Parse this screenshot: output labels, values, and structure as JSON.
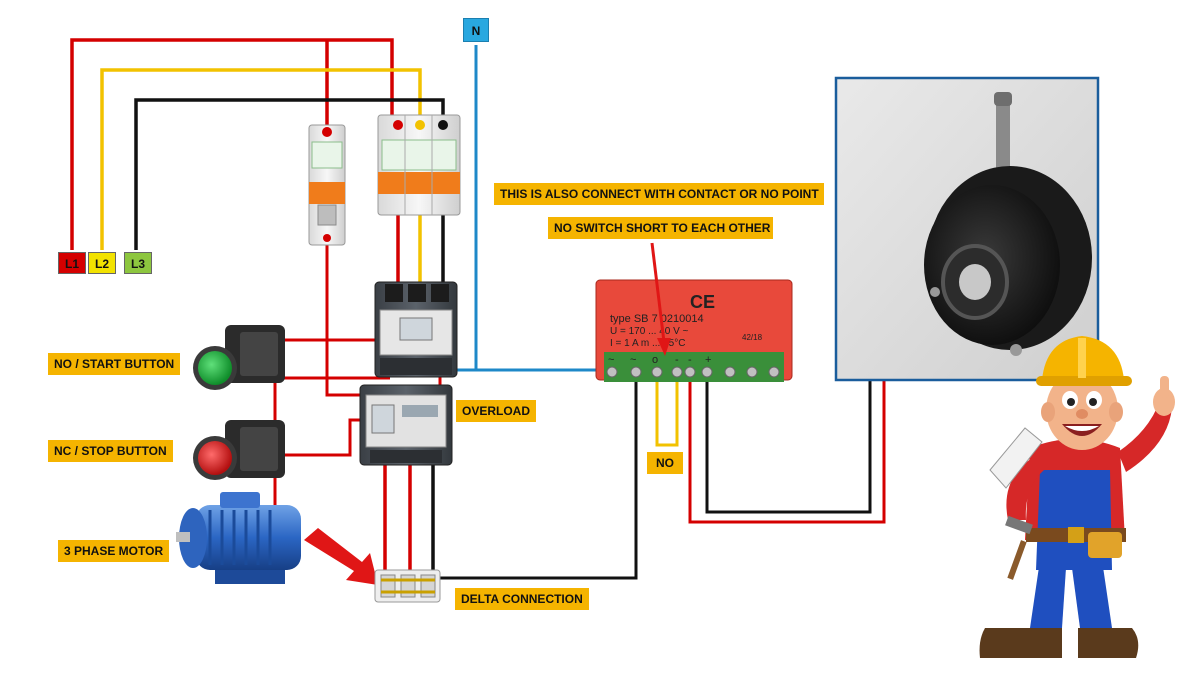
{
  "phases": {
    "l1": "L1",
    "l2": "L2",
    "l3": "L3",
    "neutral": "N"
  },
  "labels": {
    "start_button": "NO / START BUTTON",
    "stop_button": "NC / STOP BUTTON",
    "motor": "3 PHASE MOTOR",
    "overload": "OVERLOAD",
    "delta": "DELTA CONNECTION",
    "no": "NO",
    "note_contact": "THIS IS ALSO CONNECT WITH CONTACT OR NO POINT",
    "note_switch": "NO SWITCH SHORT TO EACH OTHER"
  },
  "rectifier": {
    "type_line": "type SB 7 0210014",
    "u_line": "U = 170 ... 40 V ~",
    "i_line": "I = 1 A m ... 75°C",
    "code": "42/18",
    "ce": "CE",
    "terminals": [
      "~",
      "~",
      "o",
      "-",
      "-",
      "+"
    ]
  },
  "colors": {
    "l1": "#d40000",
    "l2": "#f2c200",
    "l3": "#111111",
    "neutral": "#1e88c8",
    "label_bg": "#f5b400",
    "rectifier": "#e8493b",
    "brake_frame": "#1a5d9c"
  }
}
